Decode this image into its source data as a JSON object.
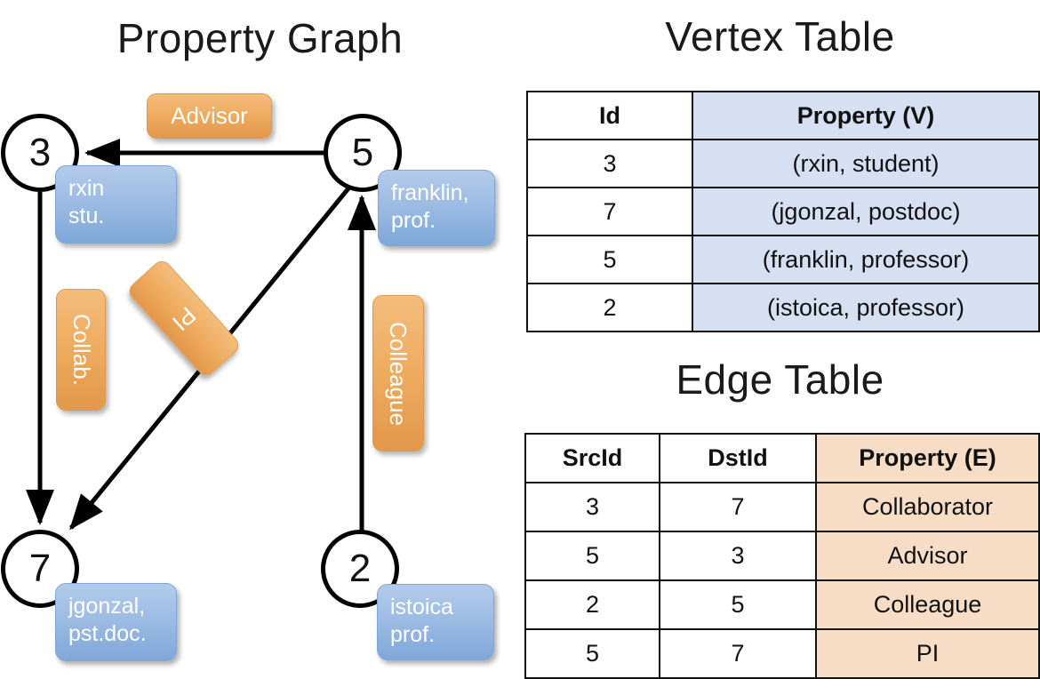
{
  "titles": {
    "property_graph": "Property Graph",
    "vertex_table": "Vertex Table",
    "edge_table": "Edge Table"
  },
  "graph": {
    "nodes": [
      {
        "id": "3",
        "property": "rxin\nstu."
      },
      {
        "id": "5",
        "property": "franklin,\nprof."
      },
      {
        "id": "7",
        "property": "jgonzal,\npst.doc."
      },
      {
        "id": "2",
        "property": "istoica\nprof."
      }
    ],
    "node_labels": {
      "n3": "3",
      "n5": "5",
      "n7": "7",
      "n2": "2"
    },
    "property_boxes": {
      "rxin_line1": "rxin",
      "rxin_line2": "stu.",
      "franklin_line1": "franklin,",
      "franklin_line2": "prof.",
      "jgonzal_line1": "jgonzal,",
      "jgonzal_line2": "pst.doc.",
      "istoica_line1": "istoica",
      "istoica_line2": "prof."
    },
    "edge_labels": {
      "advisor": "Advisor",
      "collab": "Collab.",
      "pi": "PI",
      "colleague": "Colleague"
    }
  },
  "vertex_table": {
    "columns": [
      "Id",
      "Property (V)"
    ],
    "rows": [
      {
        "id": "3",
        "property": "(rxin, student)"
      },
      {
        "id": "7",
        "property": "(jgonzal, postdoc)"
      },
      {
        "id": "5",
        "property": "(franklin, professor)"
      },
      {
        "id": "2",
        "property": "(istoica, professor)"
      }
    ]
  },
  "edge_table": {
    "columns": [
      "SrcId",
      "DstId",
      "Property (E)"
    ],
    "rows": [
      {
        "src": "3",
        "dst": "7",
        "property": "Collaborator"
      },
      {
        "src": "5",
        "dst": "3",
        "property": "Advisor"
      },
      {
        "src": "2",
        "dst": "5",
        "property": "Colleague"
      },
      {
        "src": "5",
        "dst": "7",
        "property": "PI"
      }
    ]
  },
  "colors": {
    "vertex_property_fill": "#d6e0f2",
    "edge_property_fill": "#f7ddc6",
    "node_box_blue": "#9dbce4",
    "edge_label_orange": "#eeab5f",
    "stroke": "#121212"
  }
}
